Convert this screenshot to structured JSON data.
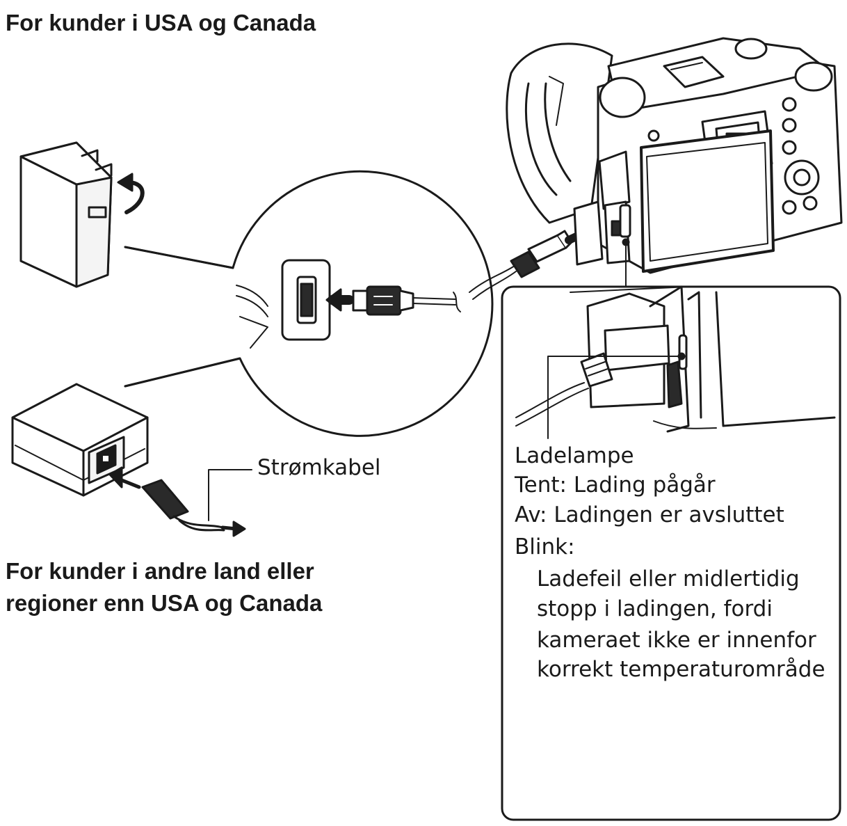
{
  "headings": {
    "usa_canada": "For kunder i USA og Canada",
    "other_regions_line1": "For kunder i andre land eller",
    "other_regions_line2": "regioner enn USA og Canada"
  },
  "labels": {
    "power_cable": "Strømkabel",
    "charge_lamp": "Ladelampe",
    "lamp_on": "Tent: Lading pågår",
    "lamp_off": "Av: Ladingen er avsluttet",
    "lamp_blink": "Blink:",
    "blink_detail": [
      "Ladefeil eller midlertidig",
      "stopp i ladingen, fordi",
      "kameraet ikke er innenfor",
      "korrekt temperaturområde"
    ]
  },
  "colors": {
    "line": "#1a1a1a",
    "fill_light": "#ffffff",
    "fill_gray": "#d8d8d8",
    "fill_dark": "#2a2a2a"
  }
}
